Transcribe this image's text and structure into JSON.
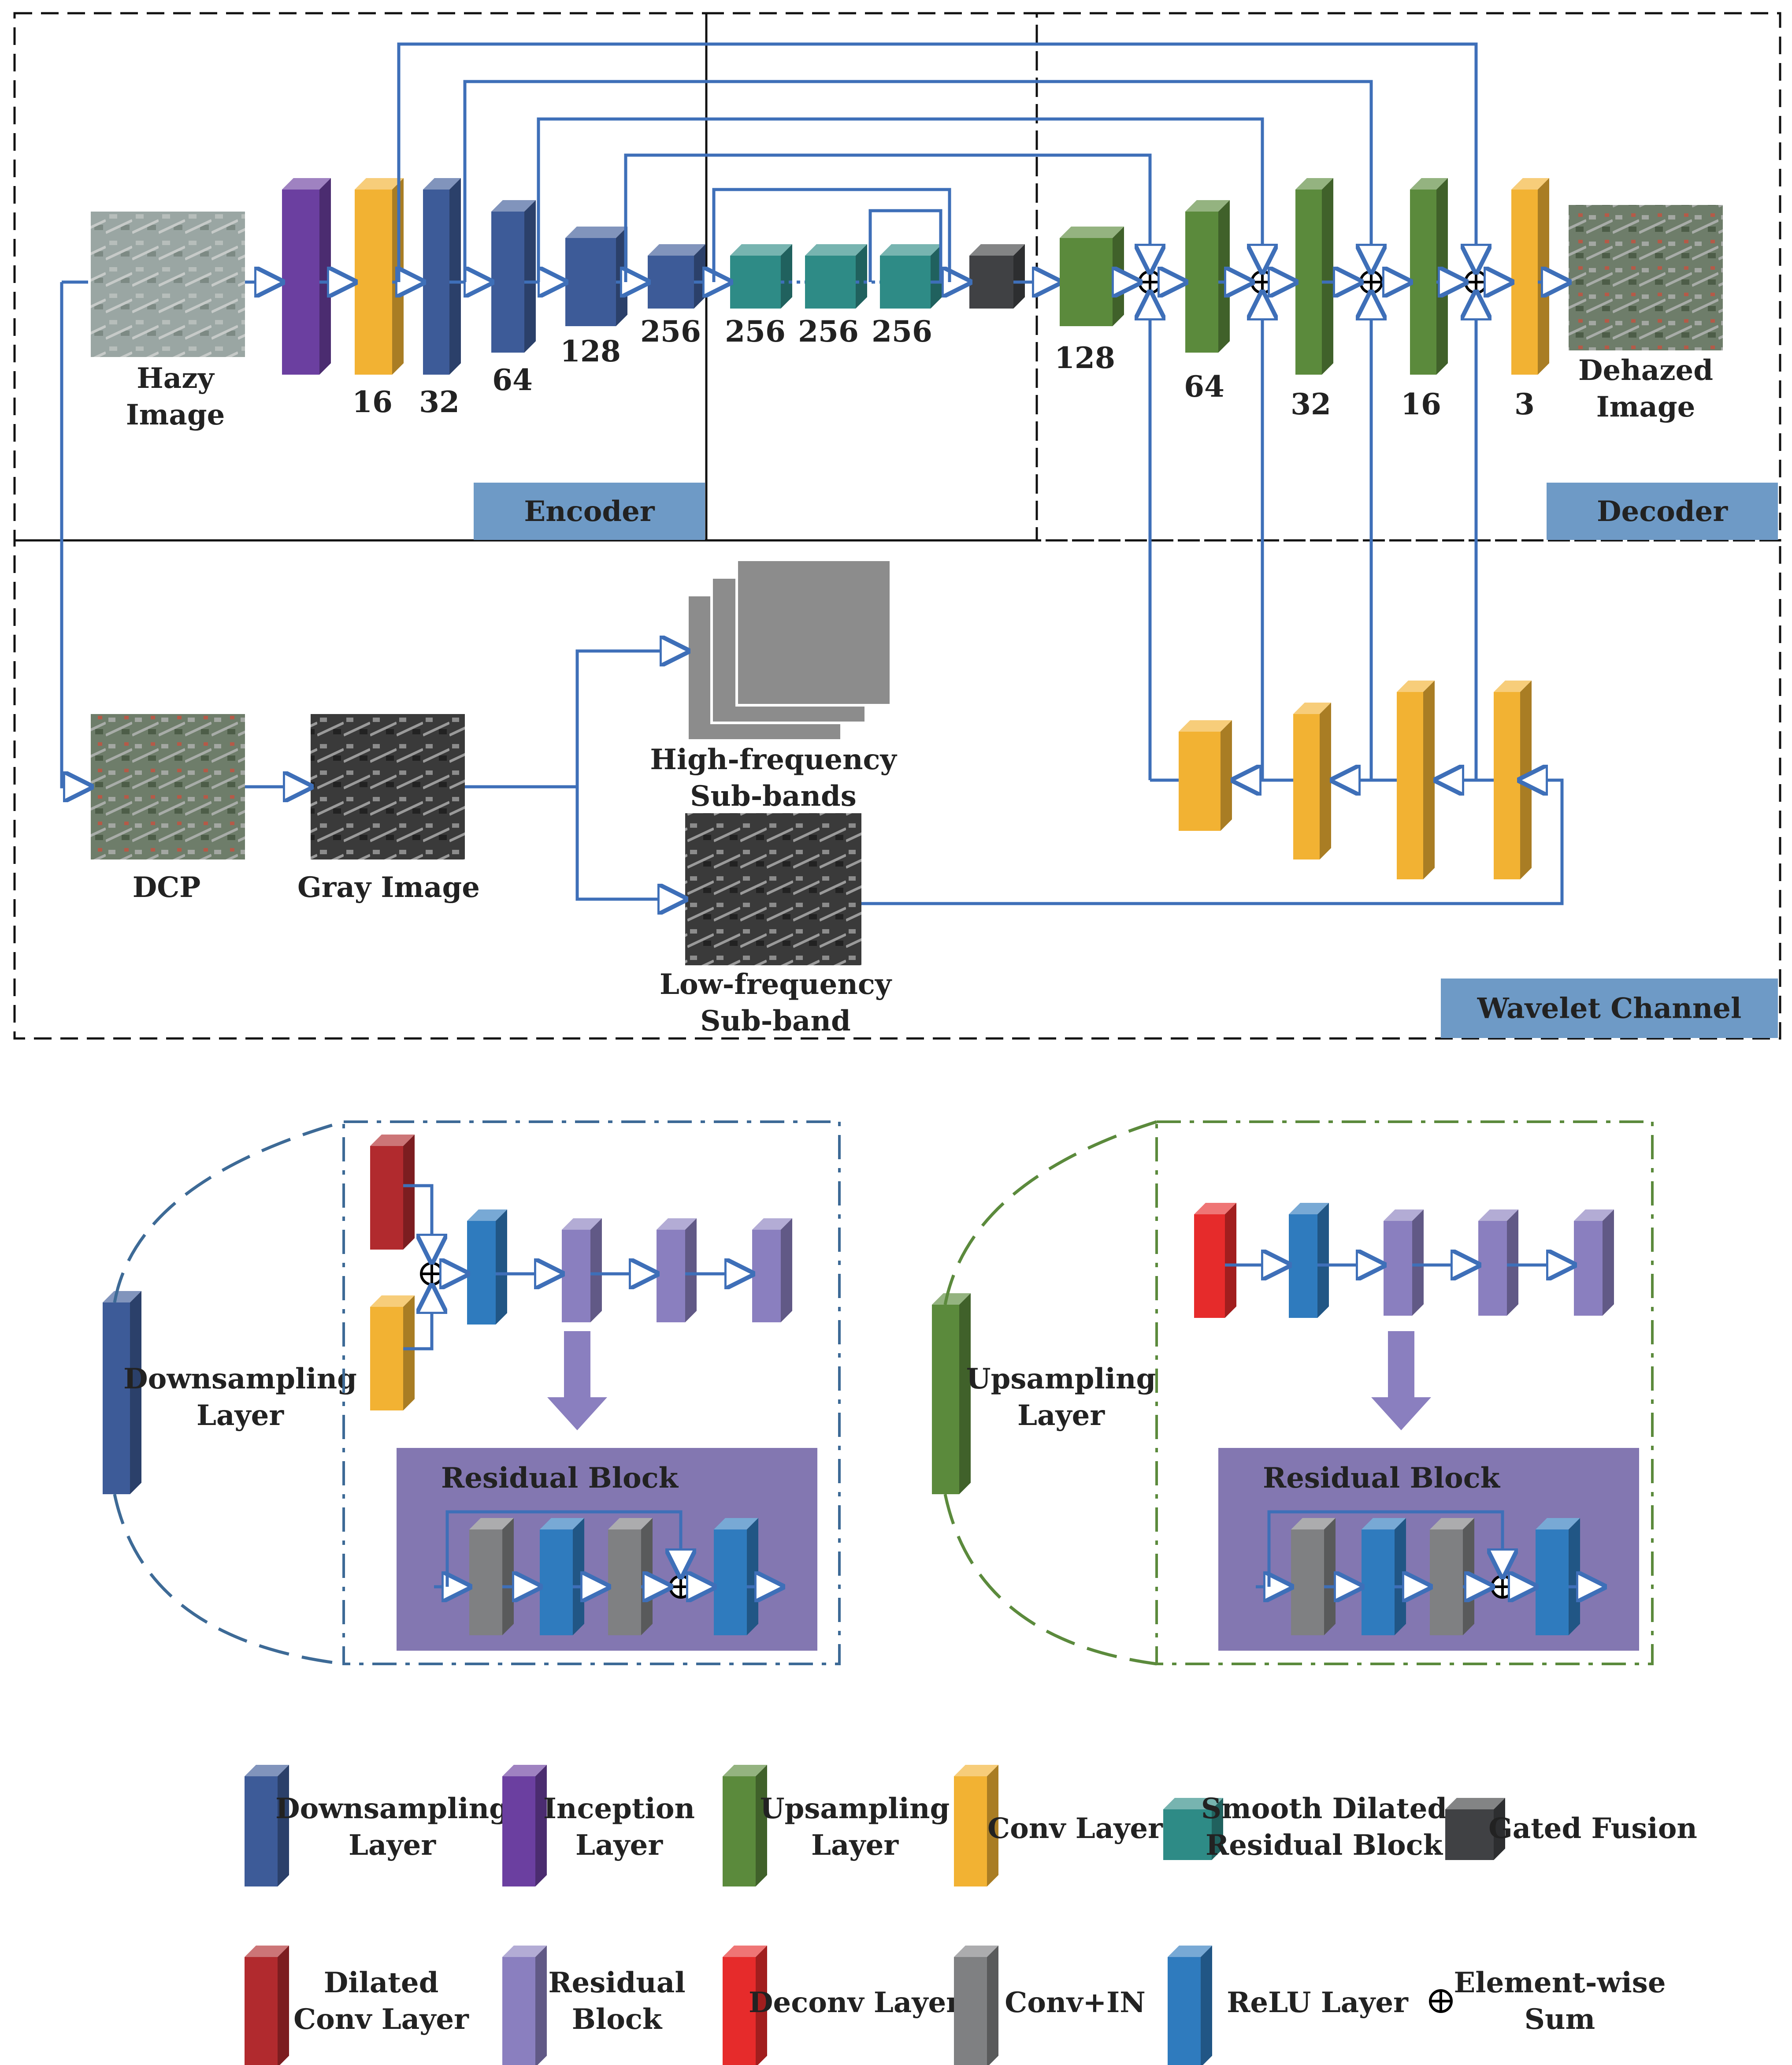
{
  "images": {
    "hazy": "Hazy\nImage",
    "dehazed": "Dehazed\nImage",
    "dcp": "DCP",
    "gray": "Gray Image",
    "high": "High-frequency\nSub-bands",
    "low": "Low-frequency\nSub-band"
  },
  "panels": {
    "encoder": "Encoder",
    "decoder": "Decoder",
    "wavelet": "Wavelet Channel"
  },
  "encoder_numbers": [
    "16",
    "32",
    "64",
    "128",
    "256"
  ],
  "middle_numbers": [
    "256",
    "256",
    "256"
  ],
  "decoder_numbers": [
    "128",
    "64",
    "32",
    "16",
    "3"
  ],
  "detail": {
    "down_label": "Downsampling\nLayer",
    "up_label": "Upsampling\nLayer",
    "residual_block": "Residual Block"
  },
  "legend": [
    {
      "key": "downsampling",
      "label": "Downsampling\nLayer",
      "color": "#3D5B98"
    },
    {
      "key": "inception",
      "label": "Inception\nLayer",
      "color": "#6B3FA0"
    },
    {
      "key": "upsampling",
      "label": "Upsampling\nLayer",
      "color": "#5B8A3C"
    },
    {
      "key": "conv",
      "label": "Conv Layer",
      "color": "#F2B233"
    },
    {
      "key": "sdrb",
      "label": "Smooth Dilated\nResidual Block",
      "color": "#2E8B86"
    },
    {
      "key": "gated",
      "label": "Gated Fusion",
      "color": "#404144"
    },
    {
      "key": "dilated",
      "label": "Dilated\nConv Layer",
      "color": "#B12A2E"
    },
    {
      "key": "residual",
      "label": "Residual\nBlock",
      "color": "#8A7FBF"
    },
    {
      "key": "deconv",
      "label": "Deconv Layer",
      "color": "#E62B2B"
    },
    {
      "key": "convin",
      "label": "Conv+IN",
      "color": "#7F8082"
    },
    {
      "key": "relu",
      "label": "ReLU Layer",
      "color": "#2F7BBE"
    },
    {
      "key": "sum",
      "label": "Element-wise\nSum",
      "color": "#000000"
    }
  ],
  "colors": {
    "arrow": "#3E6FB8",
    "panel_label_bg": "#6E9AC6",
    "residual_panel": "#8377B1",
    "down_dashed": "#3D6A96",
    "up_dashed": "#5B8A3C"
  }
}
